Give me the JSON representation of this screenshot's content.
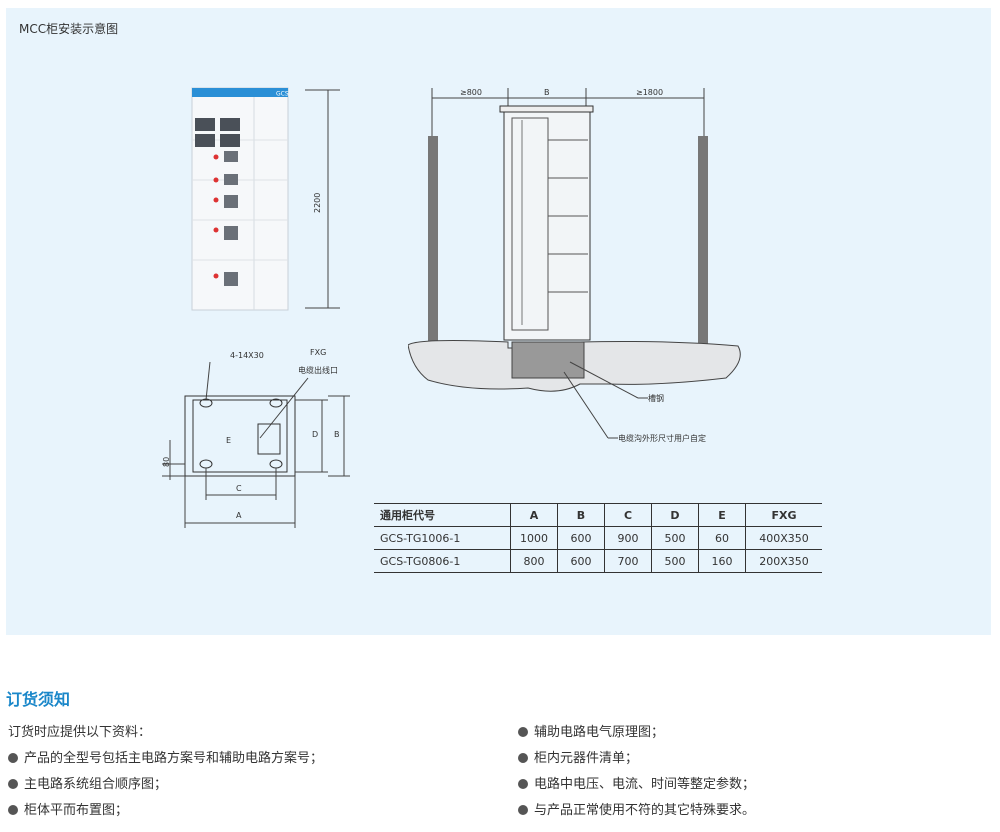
{
  "diagram": {
    "title": "MCC柜安装示意图",
    "front_view": {
      "header_left": "GCS",
      "height_label": "2200"
    },
    "side_view": {
      "dim_left": "≥800",
      "dim_b": "B",
      "dim_right": "≥1800",
      "callout_channel_steel": "槽钢",
      "callout_trench": "电缆沟外形尺寸用户自定"
    },
    "plan_view": {
      "holes_label": "4-14X30",
      "fxg_label": "FXG",
      "cable_outlet_label": "电缆出线口",
      "dim_a": "A",
      "dim_b": "B",
      "dim_c": "C",
      "dim_d": "D",
      "dim_e": "E",
      "dim_80": "80"
    }
  },
  "spec_table": {
    "headers": [
      "通用柜代号",
      "A",
      "B",
      "C",
      "D",
      "E",
      "FXG"
    ],
    "rows": [
      [
        "GCS-TG1006-1",
        "1000",
        "600",
        "900",
        "500",
        "60",
        "400X350"
      ],
      [
        "GCS-TG0806-1",
        "800",
        "600",
        "700",
        "500",
        "160",
        "200X350"
      ]
    ]
  },
  "order_notes": {
    "title": "订货须知",
    "intro": "订货时应提供以下资料：",
    "left_items": [
      "产品的全型号包括主电路方案号和辅助电路方案号；",
      "主电路系统组合顺序图；",
      "柜体平而布置图；"
    ],
    "right_items": [
      "辅助电路电气原理图；",
      "柜内元器件清单；",
      "电路中电压、电流、时间等整定参数；",
      "与产品正常使用不符的其它特殊要求。"
    ]
  }
}
